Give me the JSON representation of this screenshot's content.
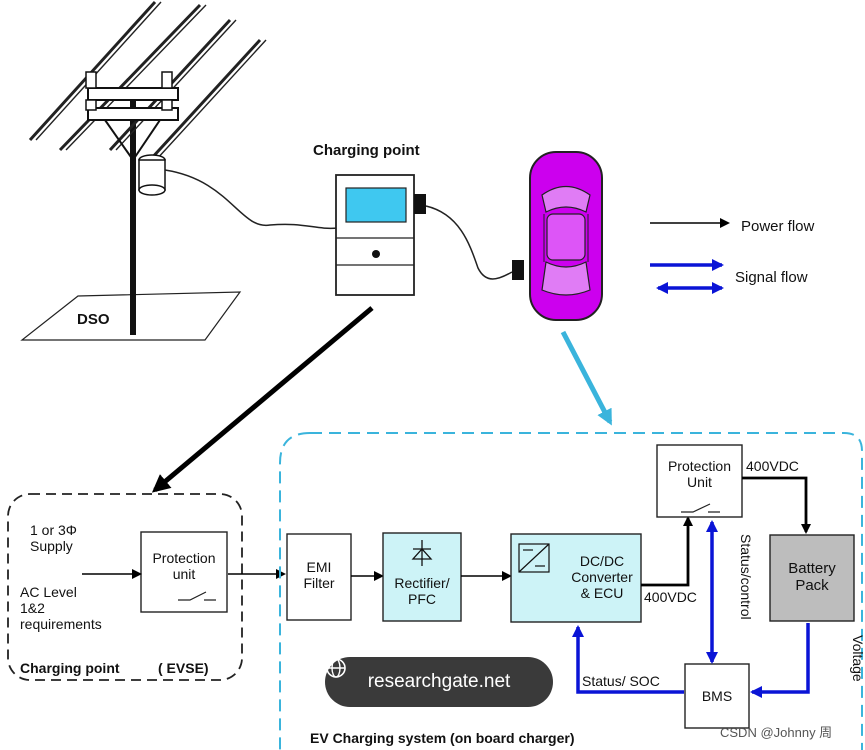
{
  "labels": {
    "dso": "DSO",
    "charging_point_top": "Charging point",
    "power_flow": "Power flow",
    "signal_flow": "Signal flow",
    "supply": "1 or 3Φ\nSupply",
    "ac_level": "AC Level\n1&2\nrequirements",
    "evse_protection": "Protection\nunit",
    "evse_caption_left": "Charging point",
    "evse_caption_right": "( EVSE)",
    "emi": "EMI\nFilter",
    "rectifier": "Rectifier/\nPFC",
    "dcdc": "DC/DC\nConverter\n& ECU",
    "v400_bottom": "400VDC",
    "v400_top": "400VDC",
    "protection_unit": "Protection\nUnit",
    "battery": "Battery\nPack",
    "bms": "BMS",
    "status_soc": "Status/ SOC",
    "status_control": "Status/control",
    "current_voltage": "Current/\nVoltage",
    "ev_caption": "EV Charging system (on board charger)",
    "watermark_pill": "researchgate.net",
    "watermark_corner": "CSDN @Johnny 周"
  },
  "colors": {
    "power_arrow": "#000000",
    "signal_arrow": "#0a14d6",
    "cyan_dash": "#3ab4dc",
    "cyan_box": "#cdf3f7",
    "battery_fill": "#bdbdbd",
    "car_body": "#cc00ee",
    "screen": "#3fc8f0"
  }
}
